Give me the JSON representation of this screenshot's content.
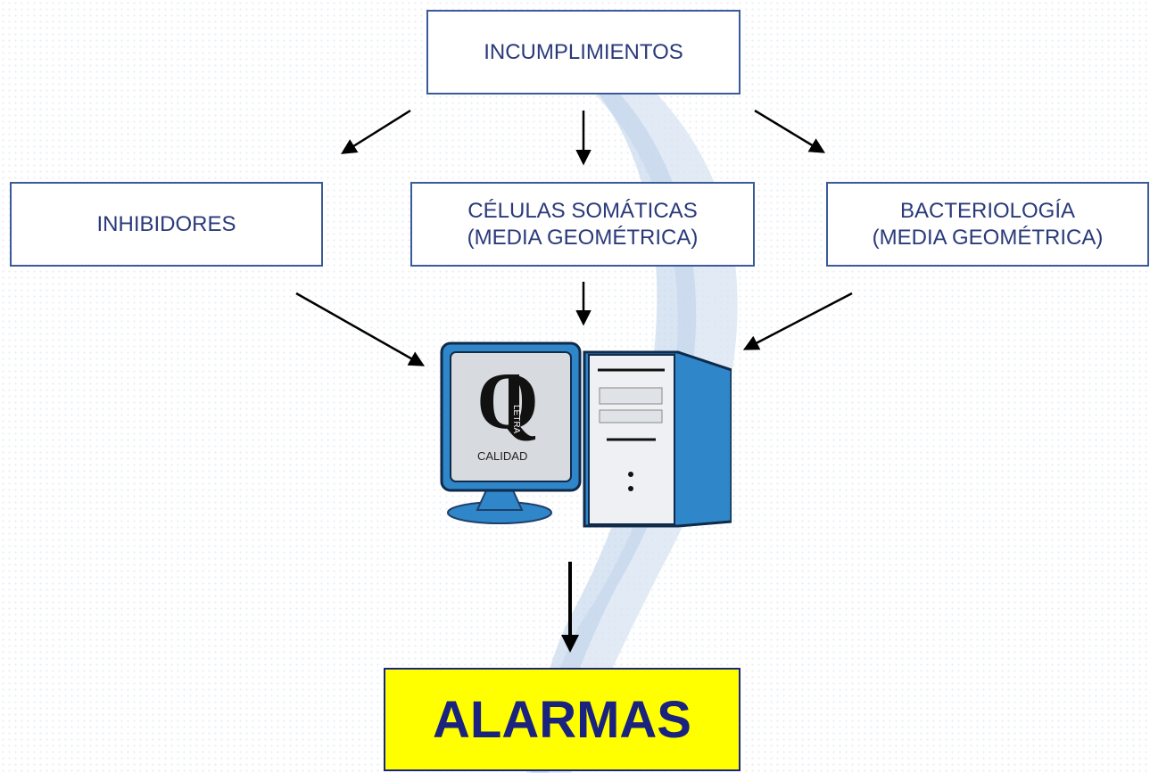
{
  "diagram": {
    "top_box": {
      "label": "INCUMPLIMIENTOS"
    },
    "middle_boxes": [
      {
        "line1": "INHIBIDORES",
        "line2": ""
      },
      {
        "line1": "CÉLULAS SOMÁTICAS",
        "line2": "(MEDIA GEOMÉTRICA)"
      },
      {
        "line1": "BACTERIOLOGÍA",
        "line2": "(MEDIA GEOMÉTRICA)"
      }
    ],
    "computer": {
      "screen_label": "CALIDAD",
      "screen_letter": "Q",
      "side_text": "LETRA"
    },
    "result_box": {
      "label": "ALARMAS"
    }
  },
  "colors": {
    "box_border": "#3a5a9a",
    "box_text": "#2a3a7a",
    "alarm_fill": "#ffff00",
    "alarm_text": "#1a237e",
    "computer_blue": "#2f86c8"
  }
}
